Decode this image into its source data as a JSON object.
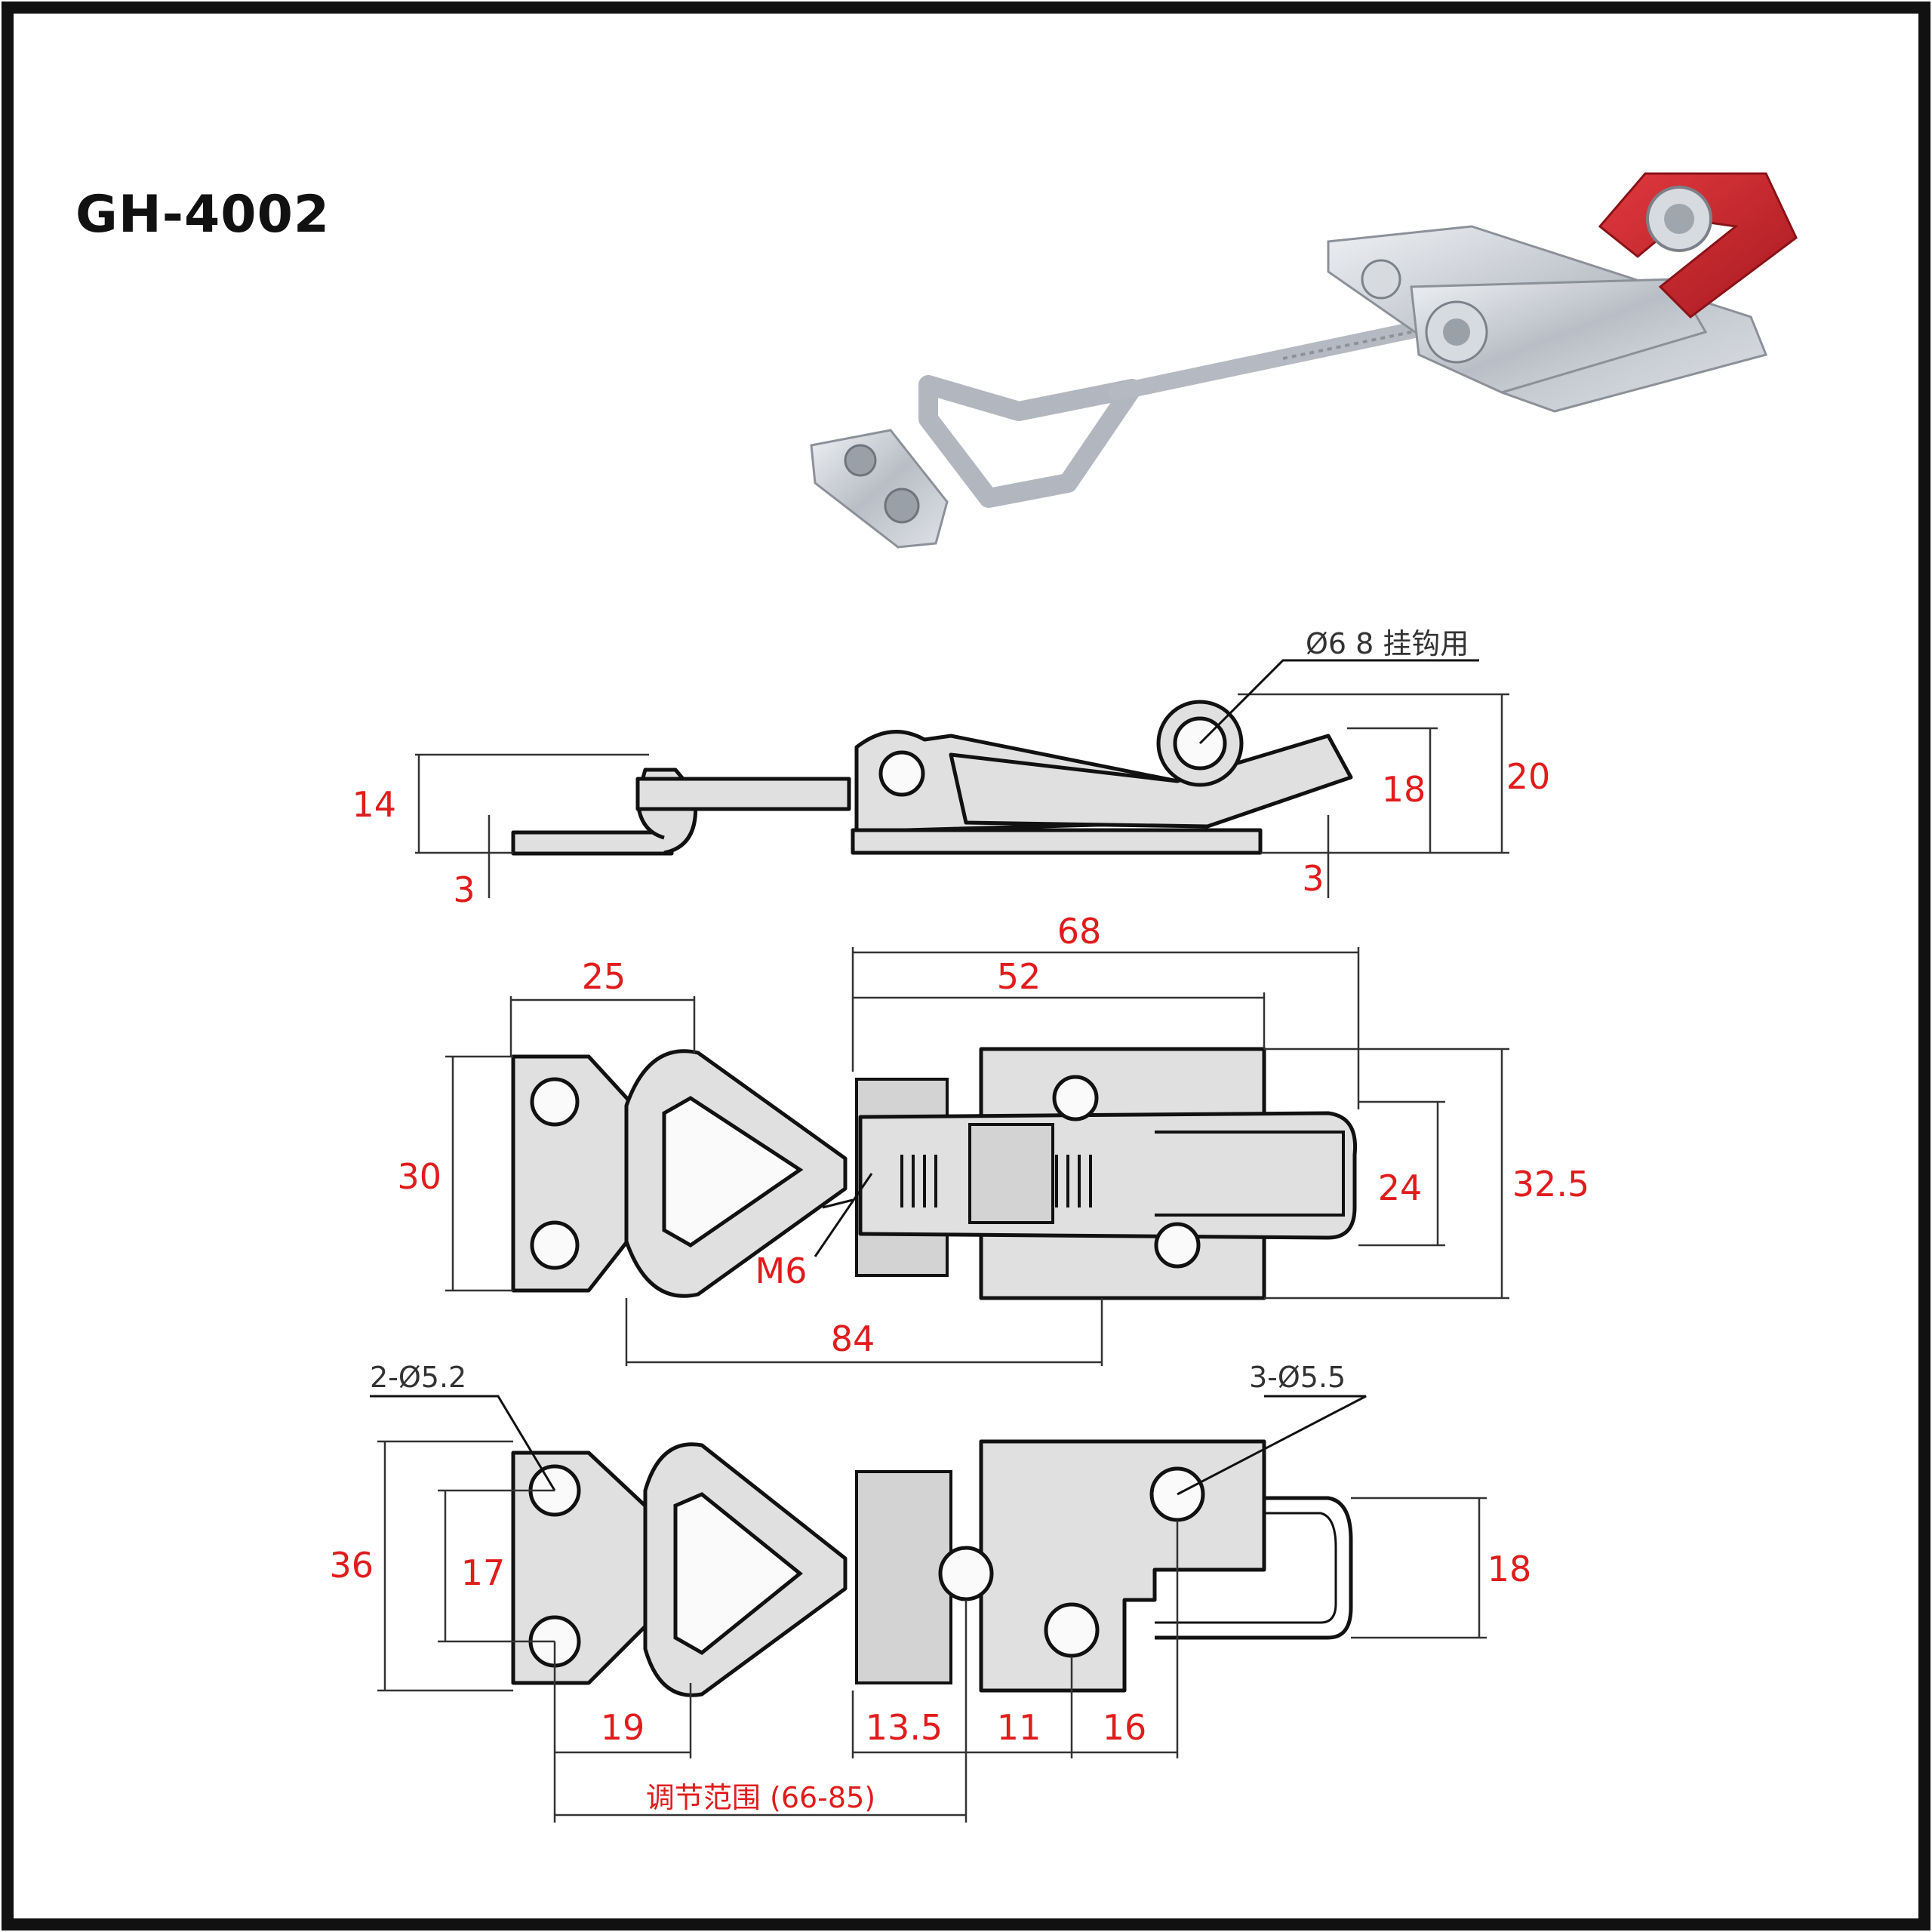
{
  "product": {
    "model": "GH-4002"
  },
  "colors": {
    "handle": "#c8252b",
    "metal": "#c9ccd1",
    "dimension_text": "#e01c1c",
    "border": "#111111"
  },
  "side_view": {
    "rod_note": "Ø6 8 挂钩用",
    "dims": {
      "hook_height": "14",
      "plate_thickness_left": "3",
      "plate_thickness_right": "3",
      "handle_height": "18",
      "overall_height": "20"
    }
  },
  "top_view": {
    "dims": {
      "hook_plate_width": "25",
      "hook_plate_height": "30",
      "overall_length": "68",
      "base_length": "52",
      "loop_width": "24",
      "overall_width": "32.5",
      "center_span": "84"
    },
    "thread": "M6"
  },
  "bottom_view": {
    "hole_note_left": "2-Ø5.2",
    "hole_note_right": "3-Ø5.5",
    "dims": {
      "overall_height": "36",
      "hole_pitch_left": "17",
      "hook_hole_offset": "19",
      "loop_height": "18",
      "base_offset": "13.5",
      "hole_spacing_1": "11",
      "hole_spacing_2": "16"
    },
    "adjust_label": "调节范围 (66-85)"
  }
}
